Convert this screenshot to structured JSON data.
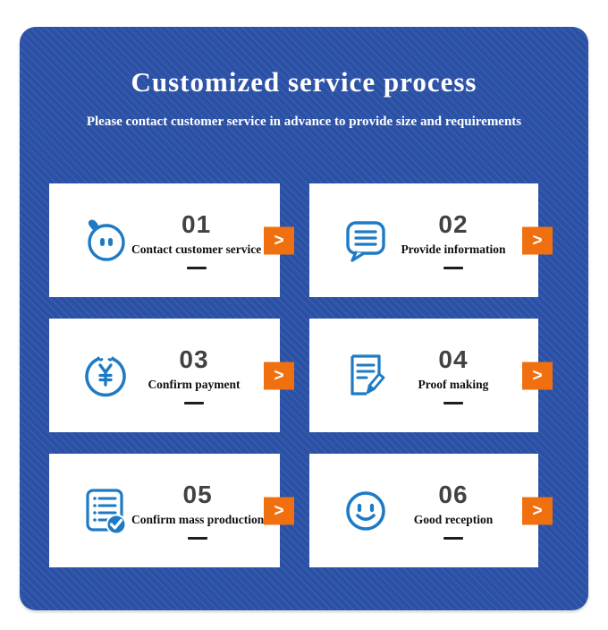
{
  "header": {
    "title": "Customized service process",
    "subtitle": "Please contact customer service in advance to provide size and requirements"
  },
  "colors": {
    "panel_blue": "#2b51a7",
    "accent_orange": "#f0700f",
    "icon_blue": "#1e7ac5",
    "number_gray": "#424242",
    "card_bg": "#ffffff",
    "text_black": "#101010"
  },
  "arrow_glyph": ">",
  "steps": [
    {
      "number": "01",
      "label": "Contact customer service",
      "icon": "chat-face-icon"
    },
    {
      "number": "02",
      "label": "Provide information",
      "icon": "message-lines-icon"
    },
    {
      "number": "03",
      "label": "Confirm payment",
      "icon": "yen-coin-icon"
    },
    {
      "number": "04",
      "label": "Proof making",
      "icon": "document-pencil-icon"
    },
    {
      "number": "05",
      "label": "Confirm mass production",
      "icon": "checklist-check-icon"
    },
    {
      "number": "06",
      "label": "Good reception",
      "icon": "smiley-face-icon"
    }
  ]
}
